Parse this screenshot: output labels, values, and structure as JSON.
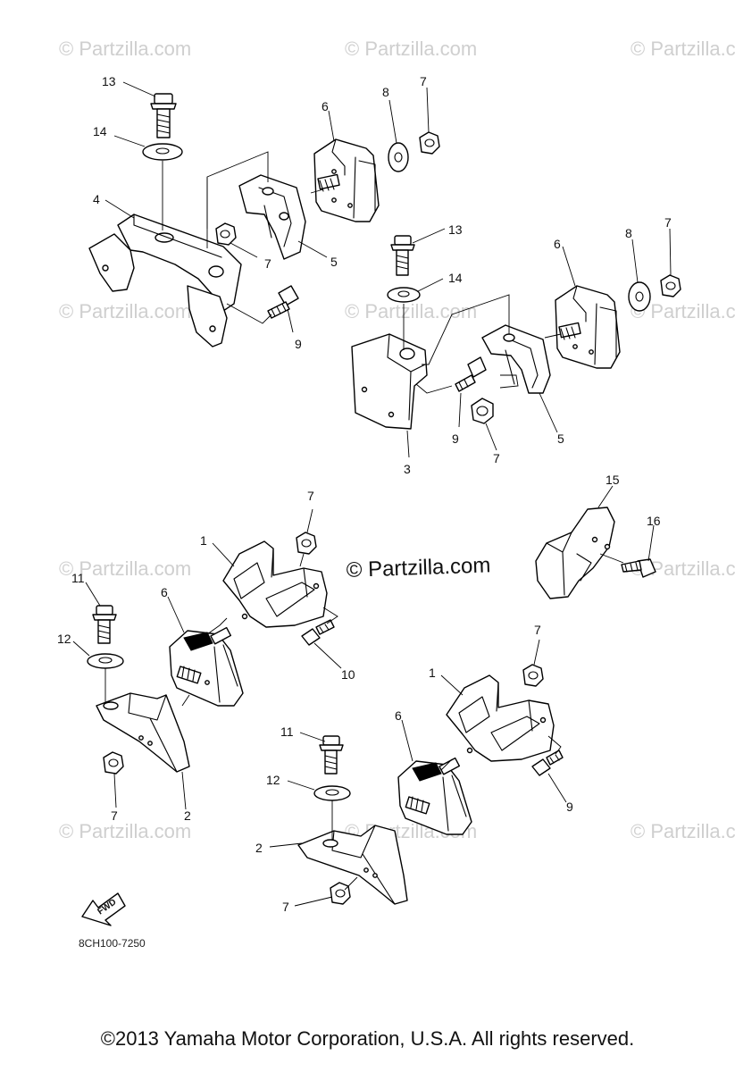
{
  "watermark": "© Partzilla.com",
  "diagram_code": "8CH100-7250",
  "fwd_label": "FWD",
  "copyright": "©2013  Yamaha Motor Corporation, U.S.A. All rights reserved.",
  "callouts": [
    {
      "id": "c-13a",
      "text": "13"
    },
    {
      "id": "c-14a",
      "text": "14"
    },
    {
      "id": "c-4",
      "text": "4"
    },
    {
      "id": "c-6a",
      "text": "6"
    },
    {
      "id": "c-8a",
      "text": "8"
    },
    {
      "id": "c-7a",
      "text": "7"
    },
    {
      "id": "c-7b",
      "text": "7"
    },
    {
      "id": "c-5a",
      "text": "5"
    },
    {
      "id": "c-9a",
      "text": "9"
    },
    {
      "id": "c-13b",
      "text": "13"
    },
    {
      "id": "c-14b",
      "text": "14"
    },
    {
      "id": "c-6b",
      "text": "6"
    },
    {
      "id": "c-8b",
      "text": "8"
    },
    {
      "id": "c-7c",
      "text": "7"
    },
    {
      "id": "c-9b",
      "text": "9"
    },
    {
      "id": "c-7d",
      "text": "7"
    },
    {
      "id": "c-5b",
      "text": "5"
    },
    {
      "id": "c-3",
      "text": "3"
    },
    {
      "id": "c-7e",
      "text": "7"
    },
    {
      "id": "c-1a",
      "text": "1"
    },
    {
      "id": "c-6c",
      "text": "6"
    },
    {
      "id": "c-11a",
      "text": "11"
    },
    {
      "id": "c-12a",
      "text": "12"
    },
    {
      "id": "c-10",
      "text": "10"
    },
    {
      "id": "c-7f",
      "text": "7"
    },
    {
      "id": "c-2a",
      "text": "2"
    },
    {
      "id": "c-15",
      "text": "15"
    },
    {
      "id": "c-16",
      "text": "16"
    },
    {
      "id": "c-7g",
      "text": "7"
    },
    {
      "id": "c-1b",
      "text": "1"
    },
    {
      "id": "c-6d",
      "text": "6"
    },
    {
      "id": "c-11b",
      "text": "11"
    },
    {
      "id": "c-9c",
      "text": "9"
    },
    {
      "id": "c-12b",
      "text": "12"
    },
    {
      "id": "c-2b",
      "text": "2"
    },
    {
      "id": "c-7h",
      "text": "7"
    }
  ]
}
